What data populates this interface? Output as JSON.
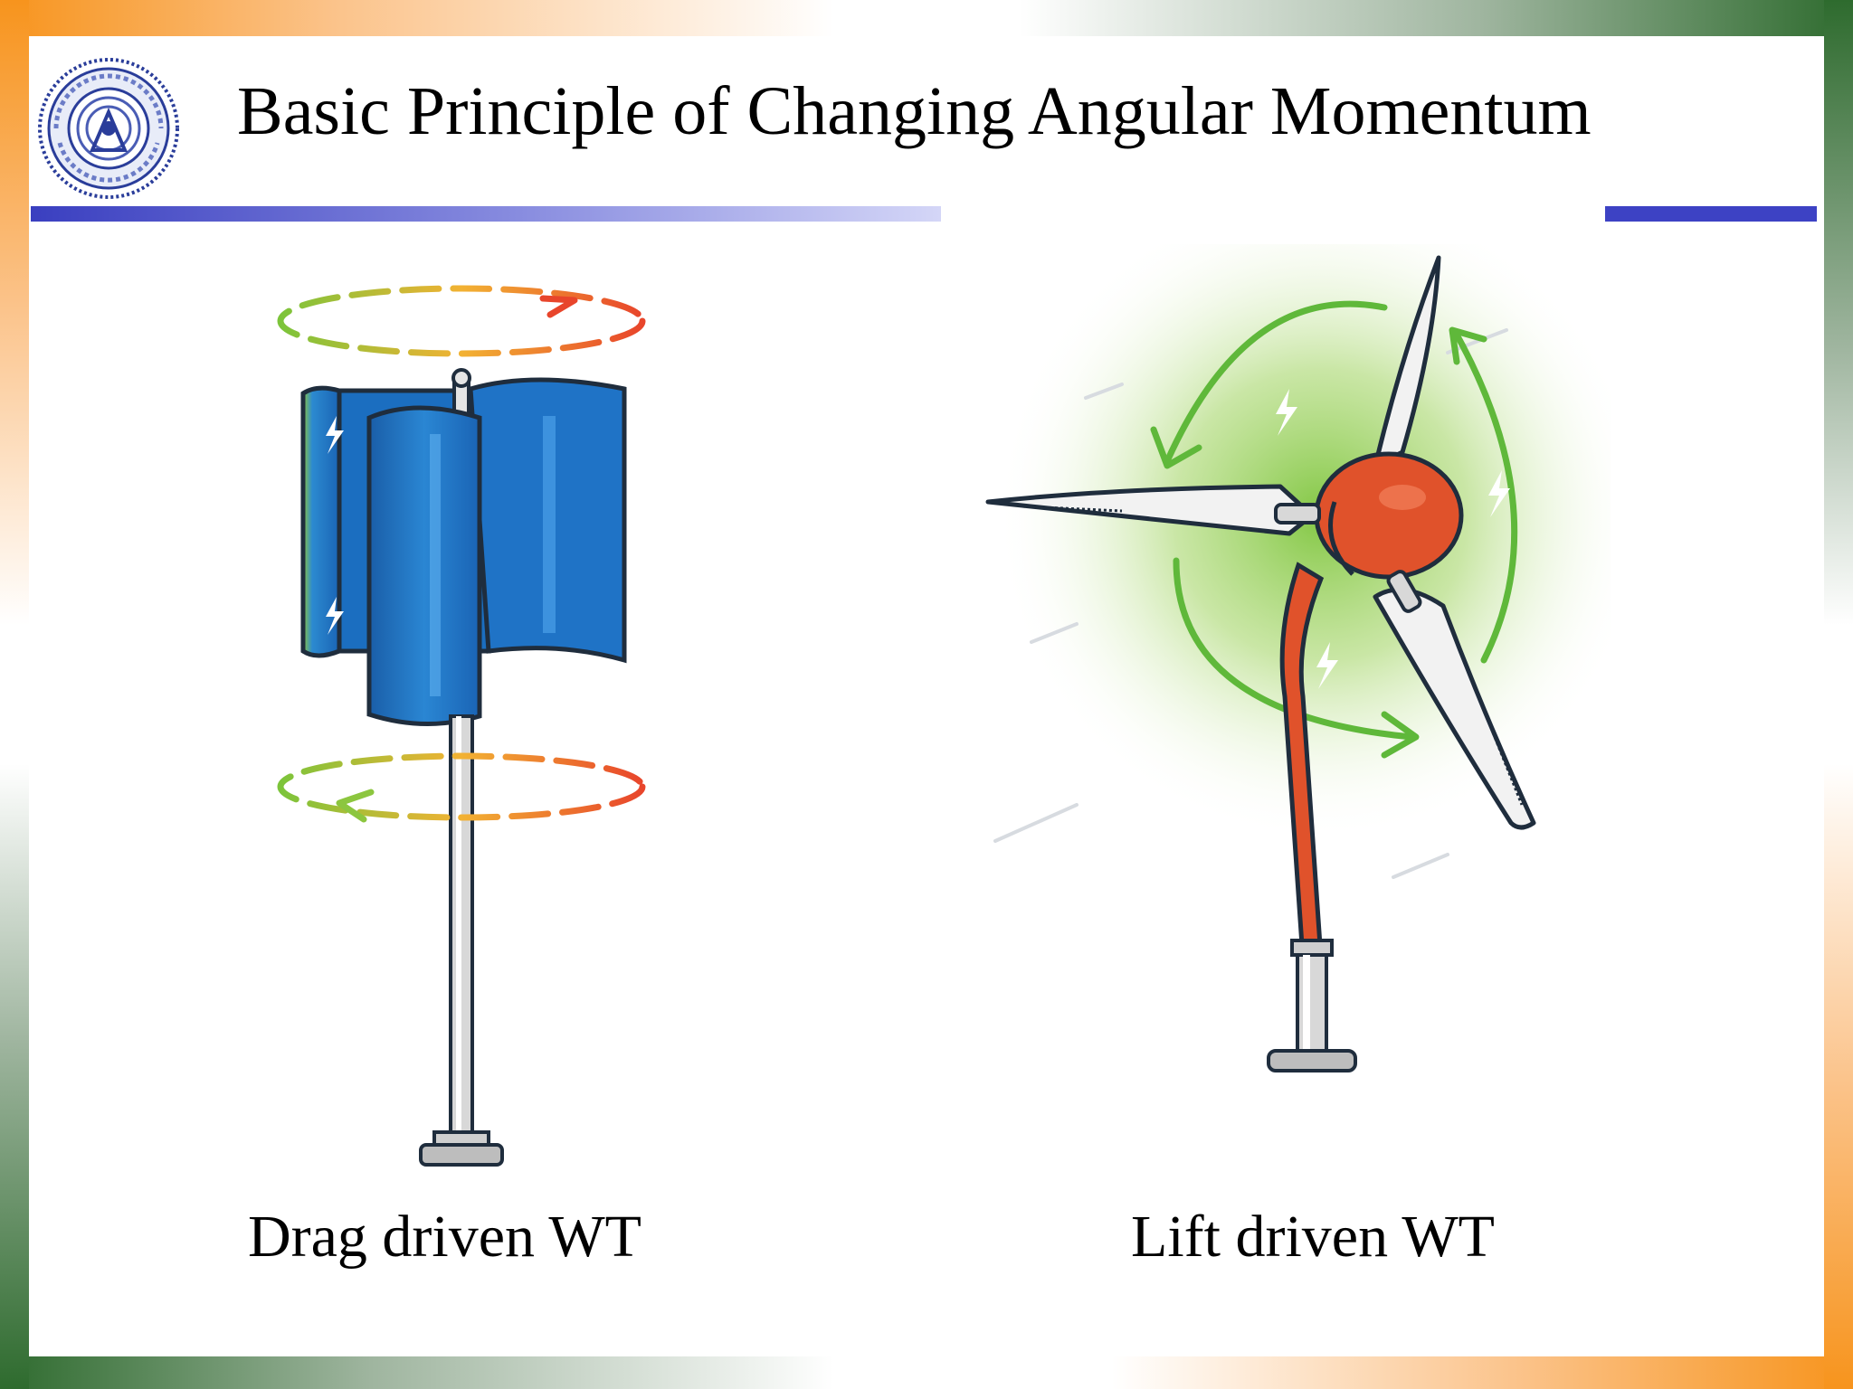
{
  "slide": {
    "title": "Basic Principle of Changing Angular Momentum",
    "captions": {
      "drag": "Drag driven WT",
      "lift": "Lift driven WT"
    }
  },
  "icons": {
    "logo": "institute-seal-icon",
    "drag_turbine": "savonius-wind-turbine-icon",
    "lift_turbine": "three-blade-wind-turbine-icon"
  },
  "colors": {
    "saffron": "#f7941d",
    "green": "#2e6b2e",
    "rule_blue": "#3d42c4",
    "drag_blade_blue": "#1d6fc2",
    "lift_hub_orange": "#e0522b",
    "glow_green": "#7cc43a"
  }
}
